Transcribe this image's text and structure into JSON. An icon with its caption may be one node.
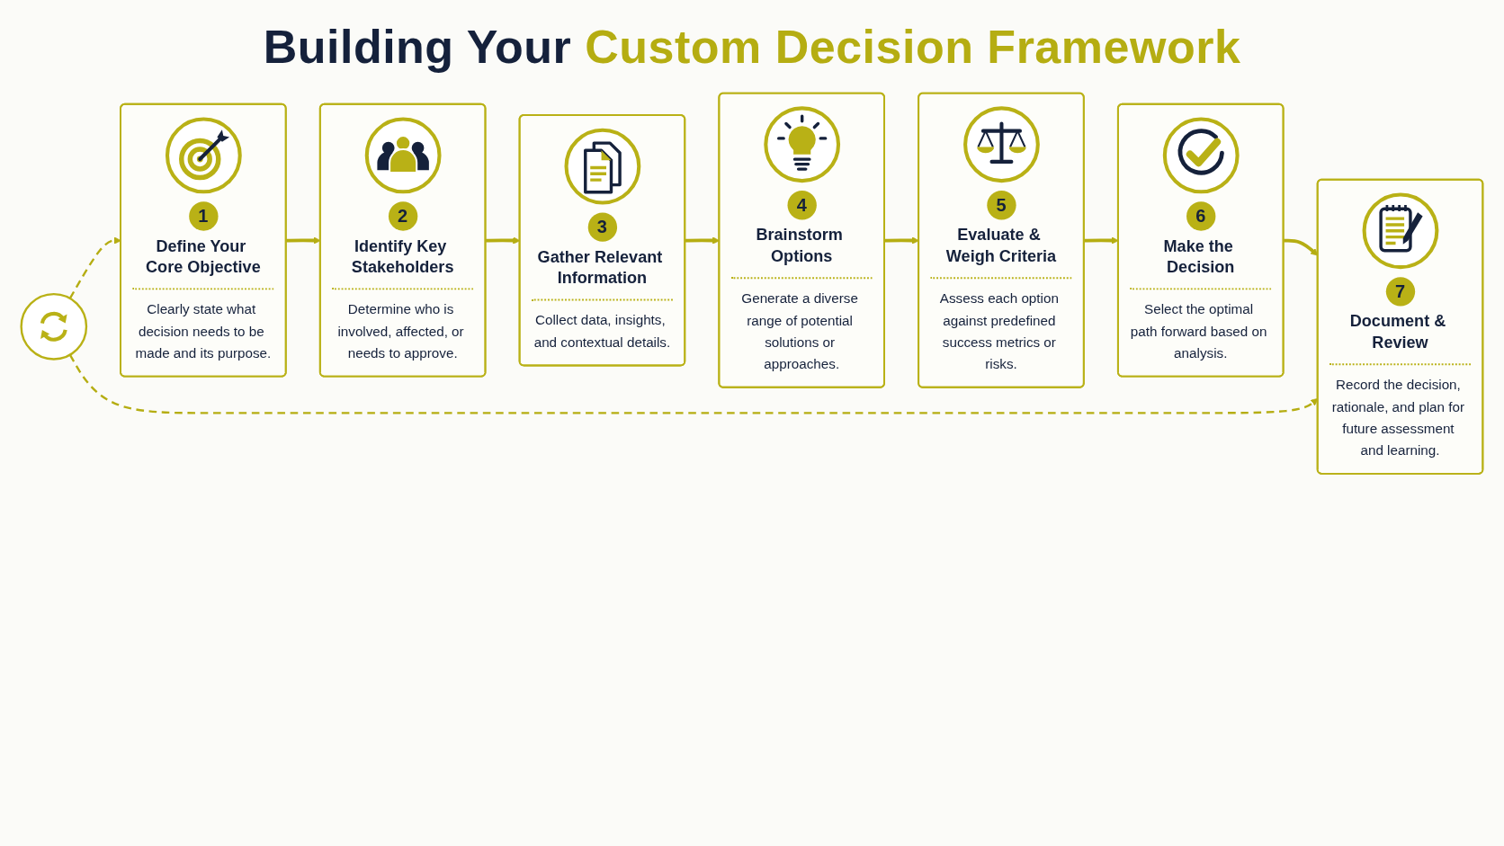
{
  "diagram": {
    "title": "Building Your Custom Decision Framework",
    "nodes": [
      {
        "text": [
          "1",
          "Define Your Core Objective",
          "Clearly state what decision needs to be made and its purpose."
        ]
      },
      {
        "text": [
          "2",
          "Identify Key Stakeholders",
          "Determine who is involved, affected, or needs to approve."
        ]
      },
      {
        "text": [
          "3",
          "Gather Relevant Information",
          "Collect data, insights, and contextual details."
        ]
      },
      {
        "text": [
          "4",
          "Brainstorm Options",
          "Generate a diverse range of potential solutions or approaches."
        ]
      },
      {
        "text": [
          "5",
          "Evaluate & Weigh Criteria",
          "Assess each option against predefined success metrics or risks."
        ]
      },
      {
        "text": [
          "6",
          "Make the Decision",
          "Select the optimal path forward based on analysis."
        ]
      },
      {
        "text": [
          "7",
          "Document & Review",
          "Record the decision, rationale, and plan for future assessment and learning."
        ]
      },
      {
        "text": [],
        "shape": "circle"
      }
    ],
    "edges": [
      {
        "from": 0,
        "to": 1,
        "arrow": "to"
      },
      {
        "from": 1,
        "to": 2,
        "arrow": "to"
      },
      {
        "from": 2,
        "to": 3,
        "arrow": "to"
      },
      {
        "from": 3,
        "to": 4,
        "arrow": "to"
      },
      {
        "from": 4,
        "to": 5,
        "arrow": "to"
      },
      {
        "from": 5,
        "to": 6,
        "arrow": "to"
      },
      {
        "from": 7,
        "to": 0,
        "arrow": "to",
        "style": "dashed"
      },
      {
        "from": 7,
        "to": 6,
        "arrow": "to",
        "style": "dashed"
      }
    ]
  }
}
